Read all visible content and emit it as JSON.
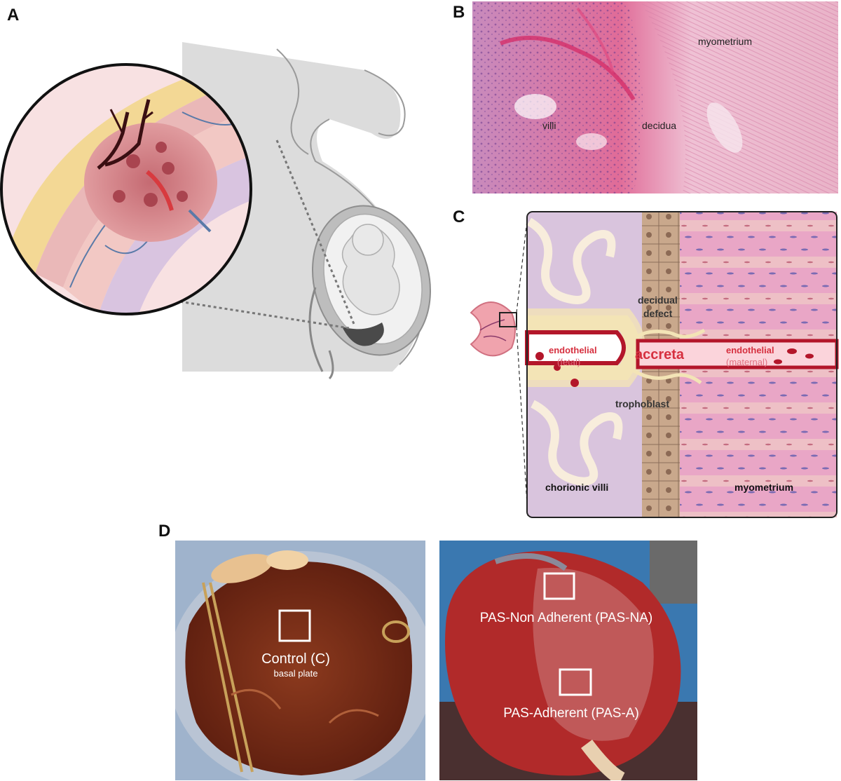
{
  "panels": {
    "a": {
      "letter": "A"
    },
    "b": {
      "letter": "B",
      "labels": {
        "myometrium": "myometrium",
        "villi": "villi",
        "decidua": "decidua"
      }
    },
    "c": {
      "letter": "C",
      "labels": {
        "decidual_defect_1": "decidual",
        "decidual_defect_2": "defect",
        "endothelial_fetal": "endothelial",
        "fetal": "(fetal)",
        "accreta": "accreta",
        "endothelial_maternal": "endothelial",
        "maternal": "(maternal)",
        "trophoblast": "trophoblast",
        "chorionic_villi": "chorionic villi",
        "myometrium": "myometrium"
      }
    },
    "d": {
      "letter": "D",
      "left": {
        "title": "Control (C)",
        "subtitle": "basal plate"
      },
      "right": {
        "non_adherent": "PAS-Non Adherent (PAS-NA)",
        "adherent": "PAS-Adherent (PAS-A)"
      }
    }
  },
  "colors": {
    "tissue_pink": "#e9a6c6",
    "blood_red": "#b3162a",
    "accreta_red": "#d6303f",
    "trophoblast_yellow": "#f3e4b6"
  }
}
